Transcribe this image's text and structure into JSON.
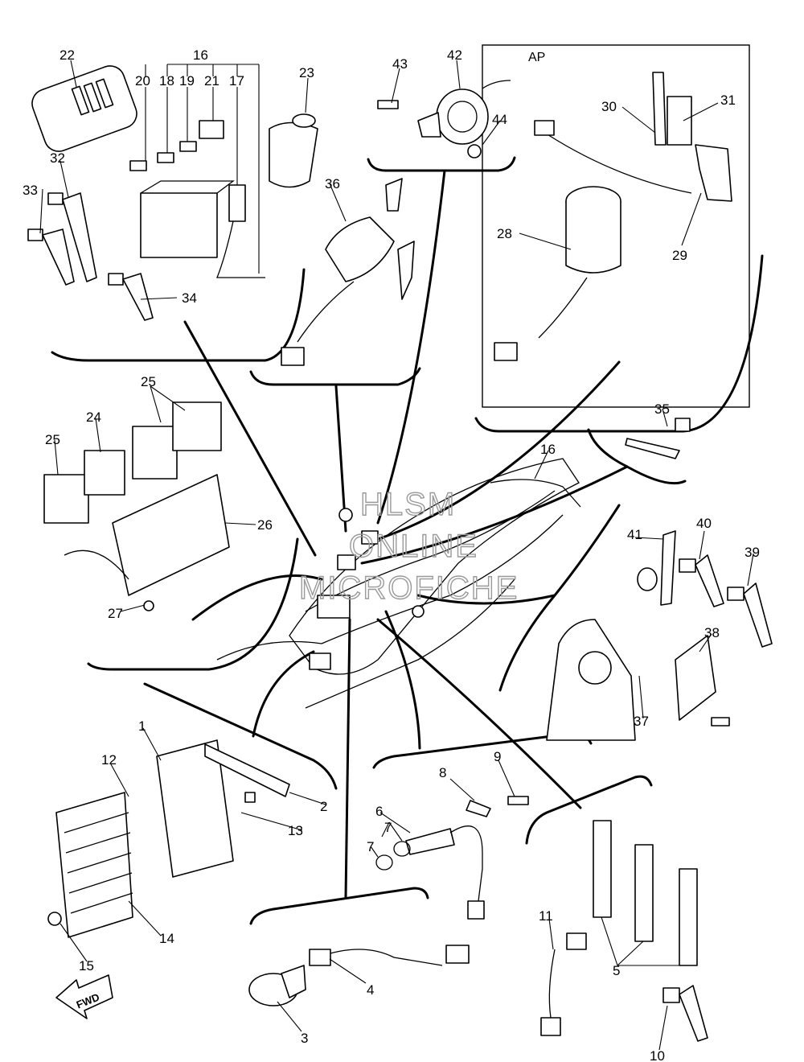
{
  "diagram": {
    "group_label": "AP",
    "watermark": [
      "HLSM",
      "ONLINE",
      "MICROFICHE"
    ],
    "fwd_label": "FWD",
    "callouts": [
      "1",
      "2",
      "3",
      "4",
      "5",
      "6",
      "7",
      "7",
      "8",
      "9",
      "10",
      "11",
      "12",
      "13",
      "14",
      "15",
      "16",
      "16",
      "17",
      "18",
      "19",
      "20",
      "21",
      "22",
      "23",
      "24",
      "25",
      "25",
      "26",
      "27",
      "28",
      "29",
      "30",
      "31",
      "32",
      "33",
      "34",
      "35",
      "36",
      "37",
      "38",
      "39",
      "40",
      "41",
      "42",
      "43",
      "44"
    ]
  }
}
